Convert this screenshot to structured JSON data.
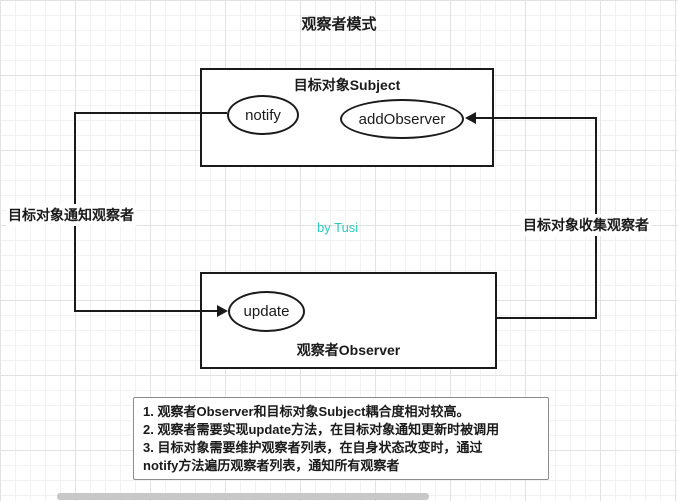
{
  "title": "观察者模式",
  "subject": {
    "label": "目标对象Subject",
    "notify_label": "notify",
    "add_observer_label": "addObserver"
  },
  "observer": {
    "label": "观察者Observer",
    "update_label": "update"
  },
  "edge_labels": {
    "left": "目标对象通知观察者",
    "right": "目标对象收集观察者"
  },
  "watermark": {
    "text": "by Tusi",
    "color": "#2ec9be"
  },
  "colors": {
    "line": "#1a1a1a",
    "note_border": "#8c8c8c"
  },
  "note_lines": [
    "1. 观察者Observer和目标对象Subject耦合度相对较高。",
    "2. 观察者需要实现update方法，在目标对象通知更新时被调用",
    "3. 目标对象需要维护观察者列表，在自身状态改变时，通过",
    "notify方法遍历观察者列表，通知所有观察者"
  ]
}
